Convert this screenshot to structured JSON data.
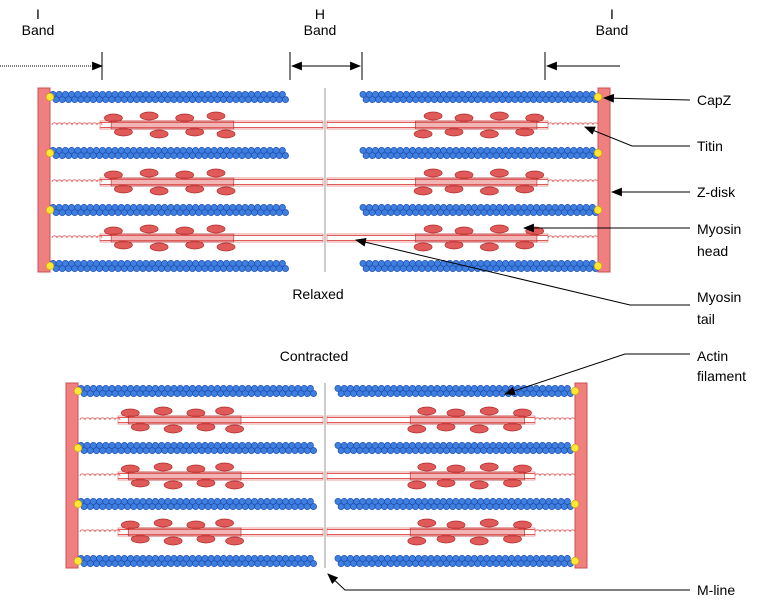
{
  "bands": {
    "i_left": [
      "I",
      "Band"
    ],
    "h": [
      "H",
      "Band"
    ],
    "i_right": [
      "I",
      "Band"
    ]
  },
  "states": {
    "relaxed": "Relaxed",
    "contracted": "Contracted"
  },
  "labels": {
    "capz": "CapZ",
    "titin": "Titin",
    "z_disk": "Z-disk",
    "myosin_head": [
      "Myosin",
      "head"
    ],
    "myosin_tail": [
      "Myosin",
      "tail"
    ],
    "actin": [
      "Actin",
      "filament"
    ],
    "m_line": "M-line"
  },
  "colors": {
    "z_disk": "#f08080",
    "myosin": "#e05a5a",
    "actin": "#3f7fe0",
    "capz": "#ffe633"
  }
}
